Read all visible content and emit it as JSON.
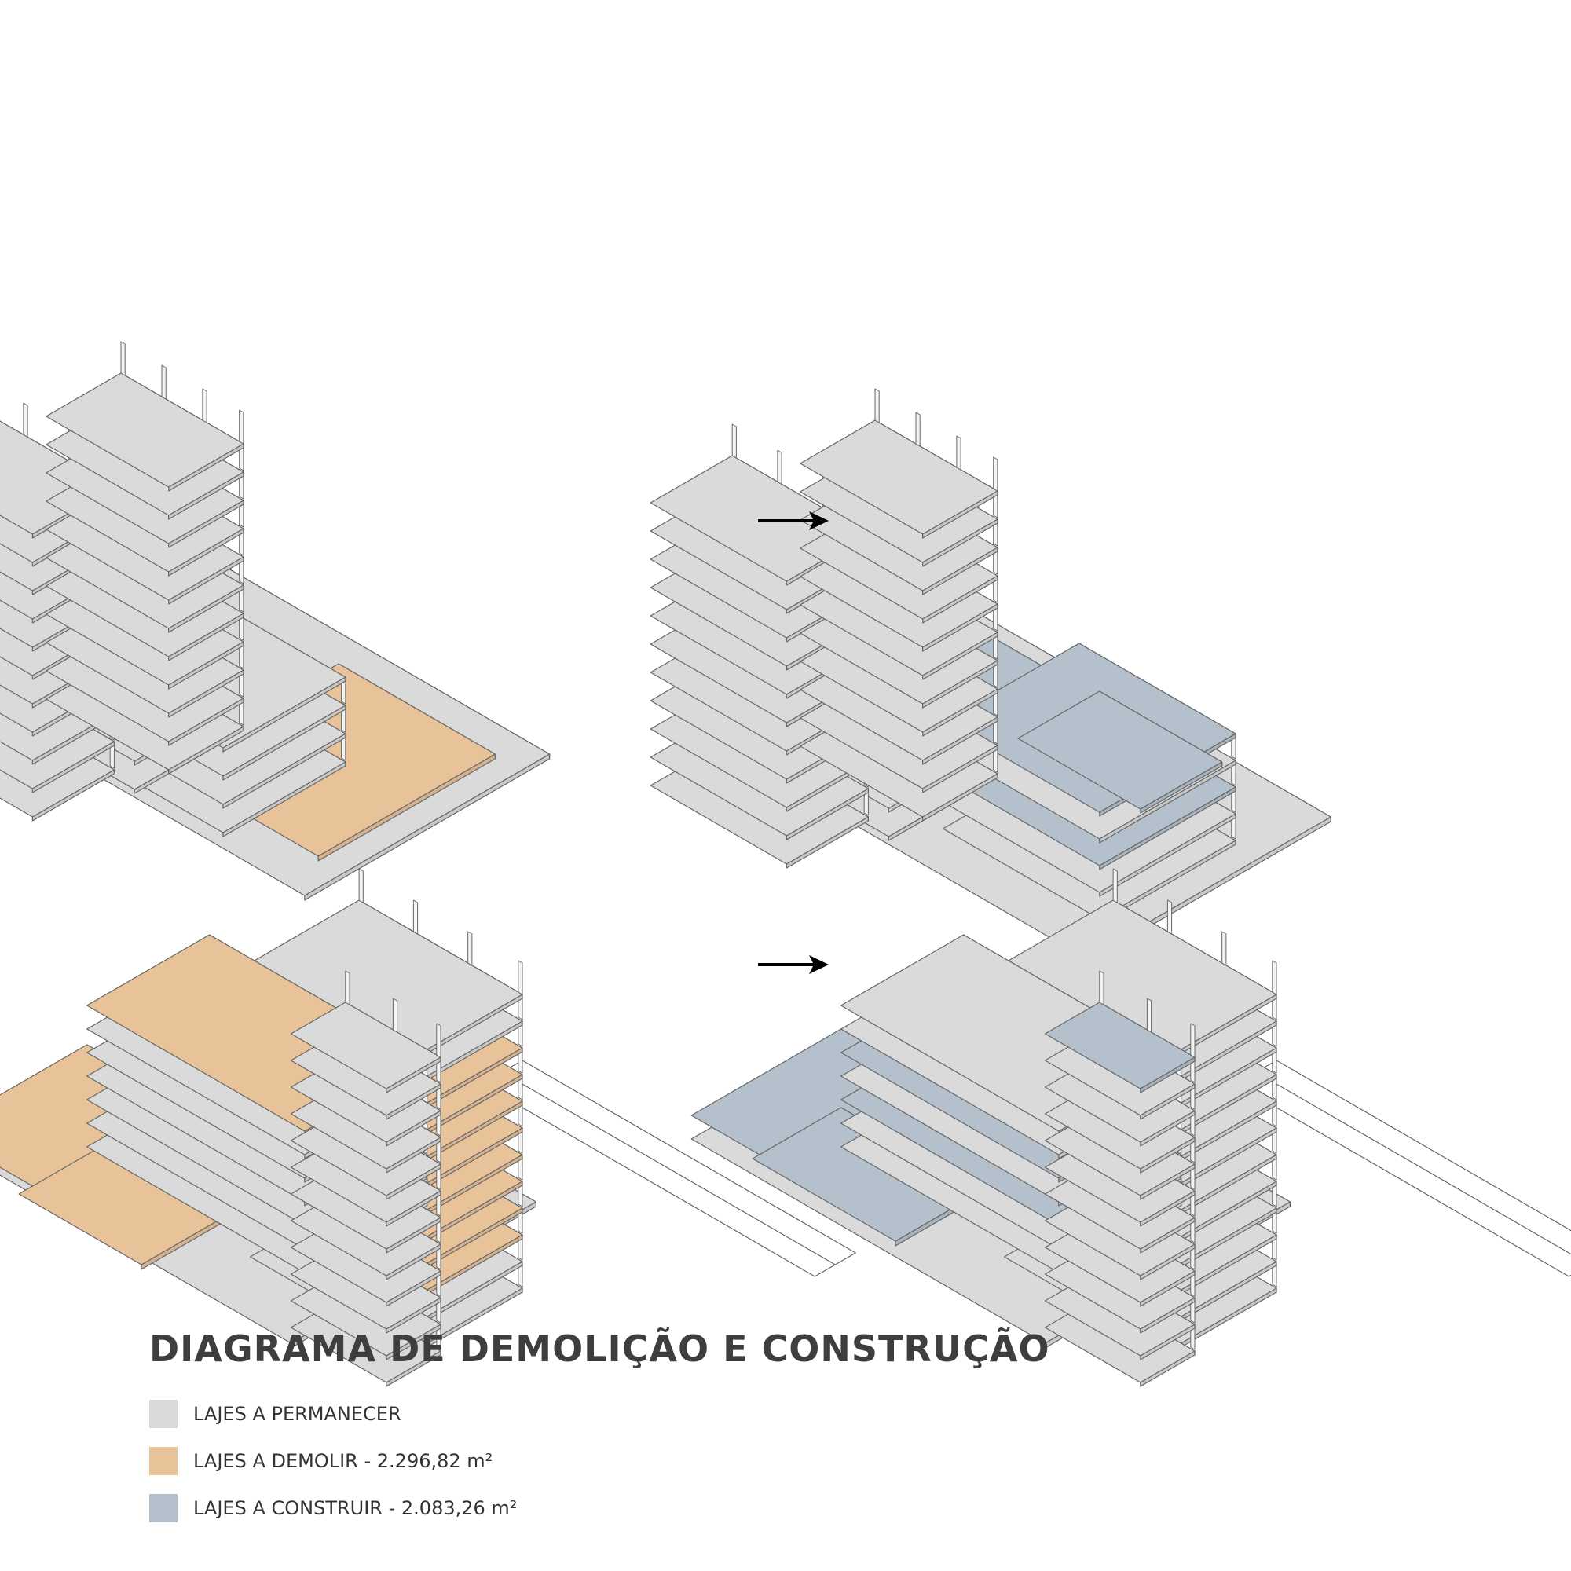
{
  "title": "DIAGRAMA DE DEMOLIÇÃO E CONSTRUÇÃO",
  "legend": [
    {
      "label": "LAJES A PERMANECER",
      "color": "#dadada"
    },
    {
      "label": "LAJES A DEMOLIR - 2.296,82 m²",
      "color": "#e8c39a"
    },
    {
      "label": "LAJES A CONSTRUIR - 2.083,26 m²",
      "color": "#b4c1cc"
    }
  ],
  "colors": {
    "keep": "#dadada",
    "demolish": "#e8c39a",
    "build": "#b4c1cc",
    "line": "#666666",
    "arrow": "#000000"
  },
  "diagrams": [
    {
      "name": "top-before",
      "state": "demolition"
    },
    {
      "name": "top-after",
      "state": "construction"
    },
    {
      "name": "bottom-before",
      "state": "demolition"
    },
    {
      "name": "bottom-after",
      "state": "construction"
    }
  ],
  "arrows": [
    "arrow-right-icon",
    "arrow-right-icon"
  ]
}
